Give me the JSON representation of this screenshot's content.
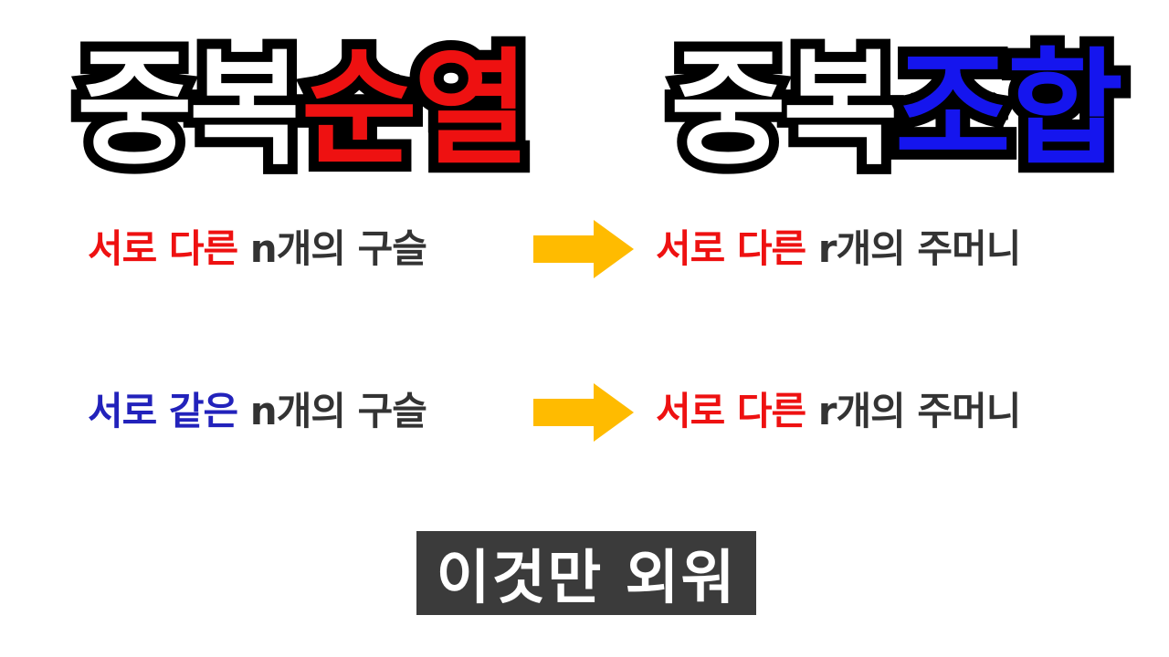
{
  "colors": {
    "red": "#ee1111",
    "blue": "#1515ee",
    "navy": "#2222bb",
    "dark_text": "#333333",
    "arrow": "#ffbb00",
    "caption_bg": "#3b3b3b"
  },
  "titles": {
    "left": {
      "prefix": "중복",
      "accent": "순열"
    },
    "right": {
      "prefix": "중복",
      "accent": "조합"
    }
  },
  "rows": [
    {
      "left": {
        "accent": "서로 다른",
        "rest": " n개의 구슬"
      },
      "arrow_icon": "right-arrow-icon",
      "right": {
        "accent": "서로 다른",
        "rest": " r개의 주머니"
      }
    },
    {
      "left": {
        "accent": "서로 같은",
        "rest": " n개의 구슬"
      },
      "arrow_icon": "right-arrow-icon",
      "right": {
        "accent": "서로 다른",
        "rest": " r개의 주머니"
      }
    }
  ],
  "caption": "이것만 외워"
}
